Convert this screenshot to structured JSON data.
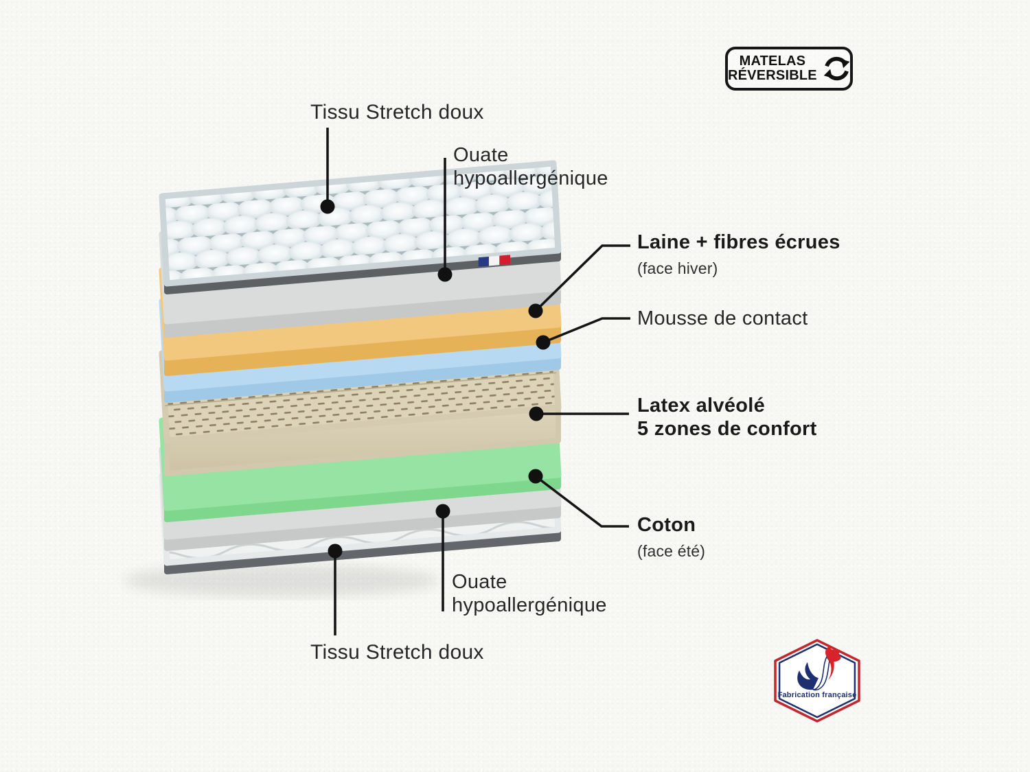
{
  "badge": {
    "line1": "MATELAS",
    "line2": "RÉVERSIBLE"
  },
  "callouts": {
    "tissu_top": {
      "label": "Tissu Stretch doux"
    },
    "ouate_top": {
      "label": "Ouate",
      "label2": "hypoallergénique"
    },
    "laine": {
      "label": "Laine + fibres écrues",
      "sub": "(face hiver)"
    },
    "mousse": {
      "label": "Mousse de contact"
    },
    "latex": {
      "label": "Latex alvéolé",
      "label2": "5 zones de confort"
    },
    "coton": {
      "label": "Coton",
      "sub": "(face été)"
    },
    "ouate_bottom": {
      "label": "Ouate",
      "label2": "hypoallergénique"
    },
    "tissu_bottom": {
      "label": "Tissu Stretch doux"
    }
  },
  "made_in": {
    "label": "Fabrication française"
  },
  "colors": {
    "leader_line": "#151515",
    "text": "#262626",
    "flag_blue": "#283a86",
    "flag_red": "#d01f2e",
    "logo_red": "#c3272e",
    "logo_blue": "#1d2f6e"
  },
  "layers": [
    {
      "name": "tissu-stretch-top",
      "material": "Tissu Stretch doux",
      "top_color": "#dde6e8",
      "front_color": "#5d6164"
    },
    {
      "name": "ouate-hypoallergenique-top",
      "material": "Ouate hypoallergénique",
      "top_color": "#dadbdb",
      "front_color": "#c7c8c8"
    },
    {
      "name": "laine-fibres-ecrues",
      "material": "Laine + fibres écrues (face hiver)",
      "top_color": "#f1c87d",
      "front_color": "#e5b258"
    },
    {
      "name": "mousse-de-contact",
      "material": "Mousse de contact",
      "top_color": "#b7d9f1",
      "front_color": "#9fc9e7"
    },
    {
      "name": "latex-alveole-5-zones",
      "material": "Latex alvéolé 5 zones de confort",
      "top_color": "#dcd3b8",
      "front_color": "#d3c9ae"
    },
    {
      "name": "coton",
      "material": "Coton (face été)",
      "top_color": "#97e3a3",
      "front_color": "#7ed78d"
    },
    {
      "name": "ouate-hypoallergenique-bottom",
      "material": "Ouate hypoallergénique",
      "top_color": "#dadbdb",
      "front_color": "#c7c8c8"
    },
    {
      "name": "tissu-stretch-bottom",
      "material": "Tissu Stretch doux",
      "top_color": "#f0f2f2",
      "front_color": "#63676b"
    }
  ]
}
